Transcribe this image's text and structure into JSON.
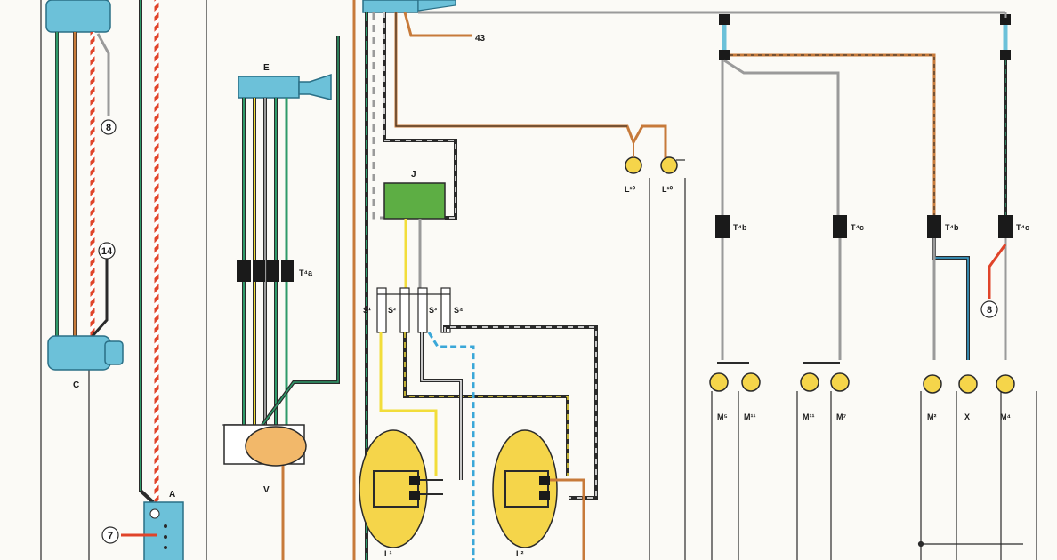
{
  "components": {
    "C": "C",
    "A": "A",
    "E": "E",
    "V": "V",
    "J": "J",
    "L1": "L¹",
    "L2": "L²",
    "L10a": "L¹⁰",
    "L10b": "L¹⁰",
    "M5": "M⁵",
    "M11a": "M¹¹",
    "M11b": "M¹¹",
    "M7": "M⁷",
    "M2": "M²",
    "X": "X",
    "M4": "M⁴"
  },
  "connectors": {
    "T4a": "T⁴a",
    "T4b_1": "T⁴b",
    "T4c_1": "T⁴c",
    "T4b_2": "T⁴b",
    "T4c_2": "T⁴c"
  },
  "fuses": [
    "S¹",
    "S²",
    "S³",
    "S⁴"
  ],
  "references": {
    "ref_43": "43",
    "circle_8_top": "8",
    "circle_14": "14",
    "circle_7": "7",
    "circle_8_right": "8"
  },
  "colors": {
    "component_blue": "#6cc1d9",
    "relay_green": "#5dae44",
    "lamp_yellow": "#f5d54a",
    "wire_brown": "#c77a3a",
    "wire_red": "#e0442a",
    "wire_green": "#2f9a6a",
    "wire_grey": "#9a9a9a",
    "wire_yellow": "#f2dd3a",
    "wire_blue": "#3aa7d8",
    "wire_black": "#1a1a1a"
  }
}
